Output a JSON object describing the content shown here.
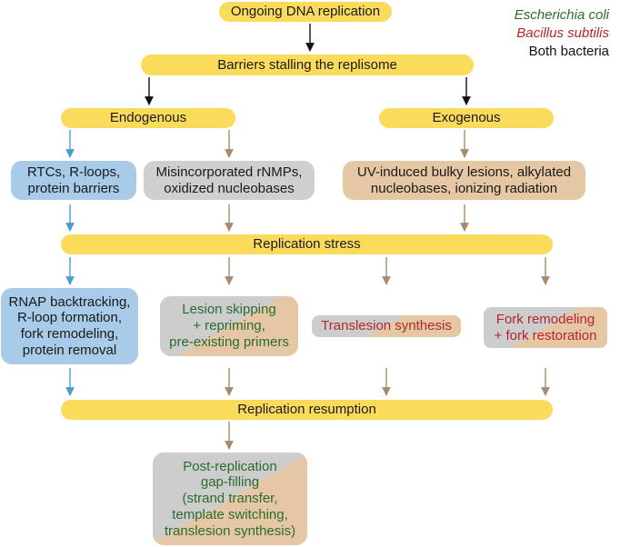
{
  "legend": {
    "ecoli": "Escherichia coli",
    "bsub": "Bacillus subtilis",
    "both": "Both bacteria"
  },
  "nodes": {
    "ongoing": "Ongoing DNA replication",
    "barriers": "Barriers stalling the replisome",
    "endogenous": "Endogenous",
    "exogenous": "Exogenous",
    "rtcs": "RTCs, R-loops,\nprotein barriers",
    "rnmps": "Misincorporated rNMPs,\noxidized nucleobases",
    "uv": "UV-induced bulky lesions, alkylated\nnucleobases, ionizing radiation",
    "stress": "Replication stress",
    "rnap": "RNAP backtracking,\nR-loop formation,\nfork remodeling,\nprotein removal",
    "lesion": "Lesion skipping\n+ repriming,\npre-existing primers",
    "tls": "Translesion synthesis",
    "fork": "Fork remodeling\n+ fork restoration",
    "resumption": "Replication resumption",
    "post": "Post-replication\ngap-filling\n(strand transfer,\ntemplate switching,\ntranslesion synthesis)"
  },
  "colors": {
    "pill": "#fbdb5c",
    "blue_box": "#a7cbe8",
    "gray_box": "#cfcfcf",
    "tan_box": "#e6c7a3",
    "ecoli_text": "#2b6b2f",
    "bsub_text": "#b3262e",
    "arrow_black": "#111111",
    "arrow_blue": "#4a9ccf",
    "arrow_tan": "#a88a6c"
  }
}
